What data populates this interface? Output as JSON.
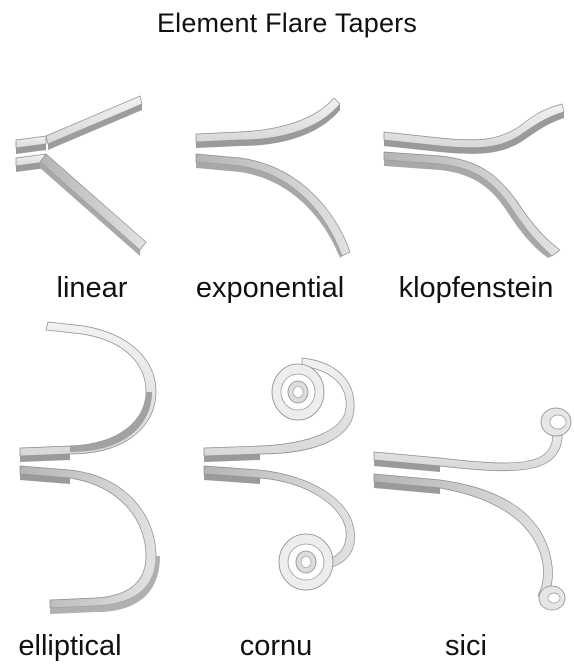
{
  "title": "Element  Flare Tapers",
  "tapers": [
    {
      "id": "linear",
      "label": "linear"
    },
    {
      "id": "exponential",
      "label": "exponential"
    },
    {
      "id": "klopfenstein",
      "label": "klopfenstein"
    },
    {
      "id": "elliptical",
      "label": "elliptical"
    },
    {
      "id": "cornu",
      "label": "cornu"
    },
    {
      "id": "sici",
      "label": "sici"
    }
  ],
  "colors": {
    "strip_top": "#e6e6e6",
    "strip_side": "#9a9a9a",
    "label": "#111111"
  }
}
